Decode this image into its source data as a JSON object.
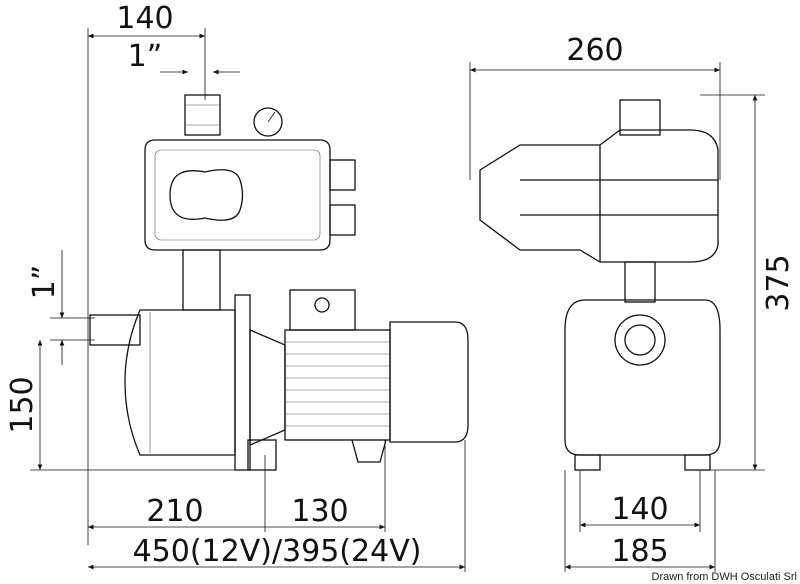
{
  "dimensions": {
    "top_width_front": "140",
    "top_thread_front": "1”",
    "side_width": "260",
    "side_height": "375",
    "inlet_thread": "1”",
    "inlet_height": "150",
    "bottom_left": "210",
    "bottom_right": "130",
    "total_length": "450(12V)/395(24V)",
    "side_base_inner": "140",
    "side_base_outer": "185"
  },
  "credit": "Drawn from DWH Osculati Srl"
}
